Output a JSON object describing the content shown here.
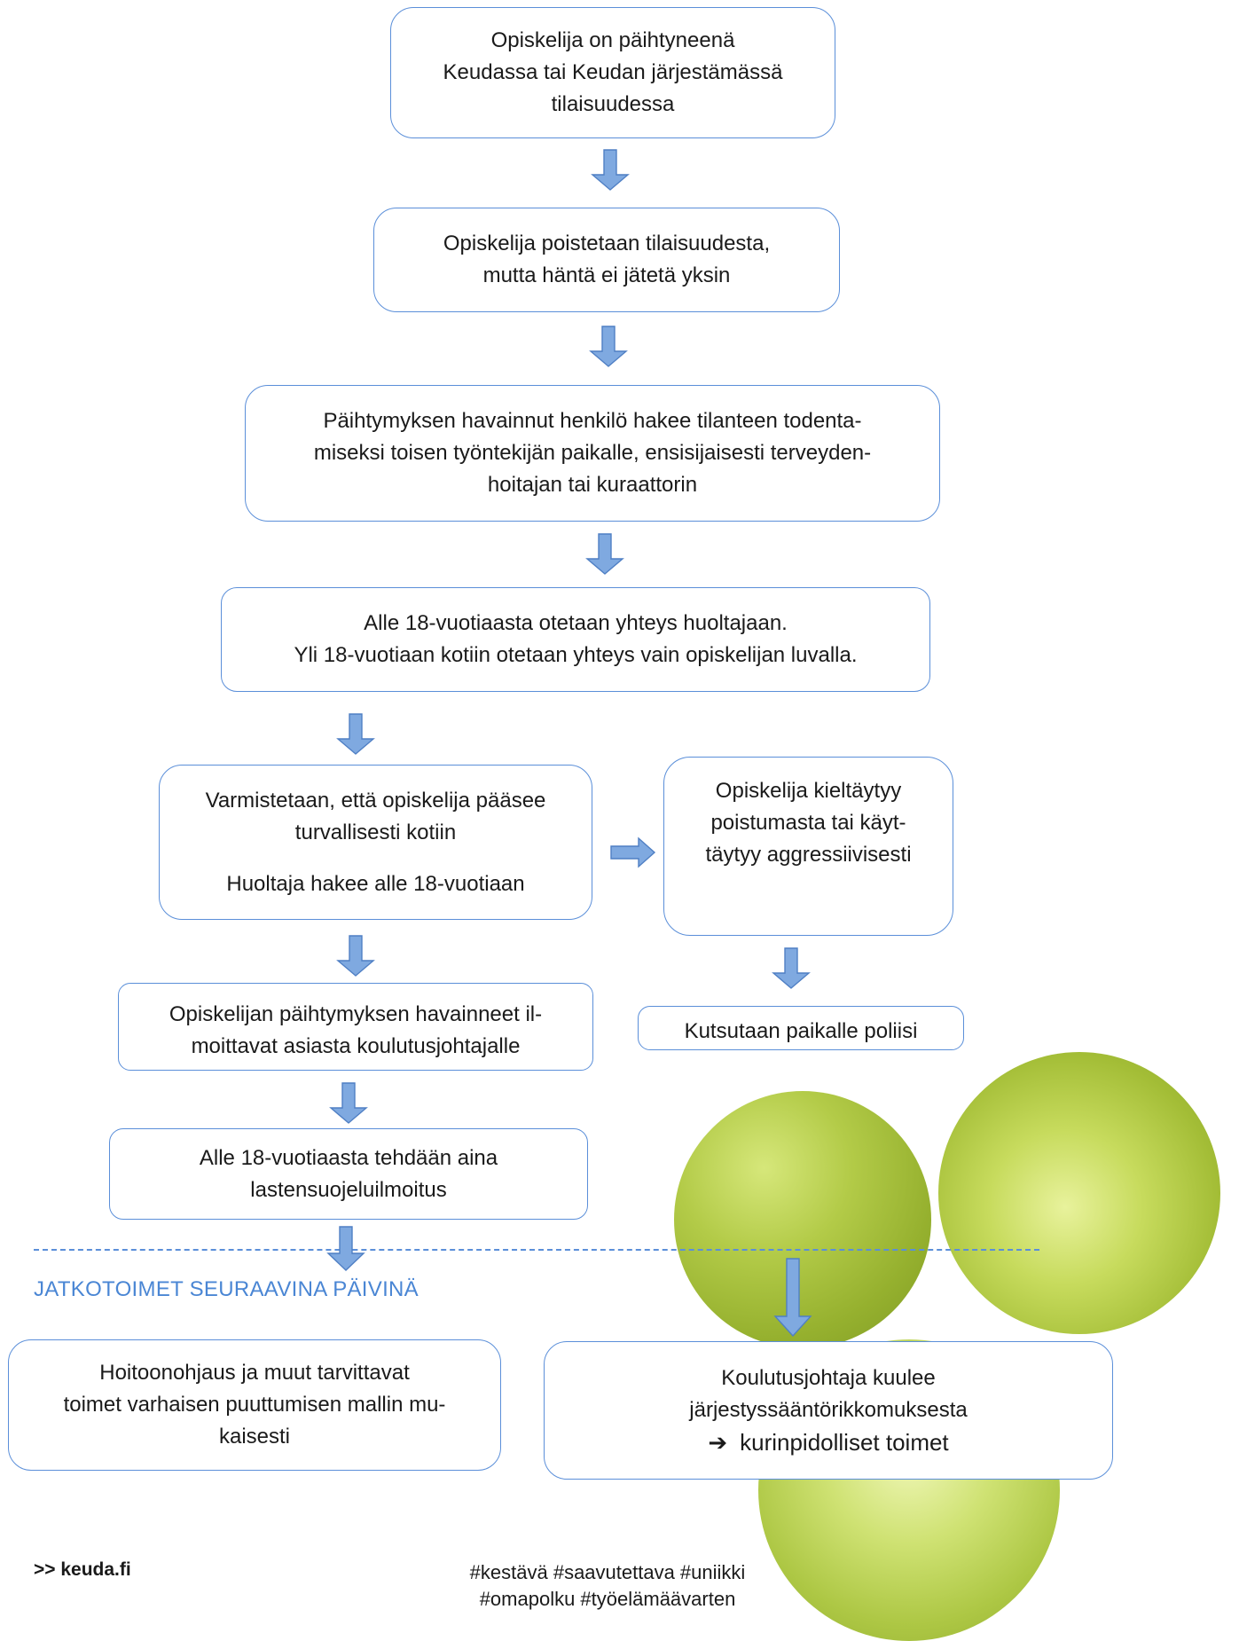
{
  "flow": {
    "step1": [
      "Opiskelija on päihtyneenä",
      "Keudassa tai Keudan järjestämässä",
      "tilaisuudessa"
    ],
    "step2": [
      "Opiskelija poistetaan tilaisuudesta,",
      "mutta häntä ei jätetä yksin"
    ],
    "step3": [
      "Päihtymyksen havainnut henkilö hakee tilanteen todenta-",
      "miseksi toisen työntekijän paikalle, ensisijaisesti terveyden-",
      "hoitajan tai kuraattorin"
    ],
    "step4": [
      "Alle 18-vuotiaasta otetaan yhteys huoltajaan.",
      "Yli 18-vuotiaan kotiin otetaan yhteys vain opiskelijan luvalla."
    ],
    "step5": [
      "Varmistetaan, että opiskelija pääsee",
      "turvallisesti kotiin",
      "Huoltaja hakee alle 18-vuotiaan"
    ],
    "step5b": [
      "Opiskelija kieltäytyy",
      "poistumasta tai käyt-",
      "täytyy aggressiivisesti"
    ],
    "step5c": [
      "Kutsutaan paikalle poliisi"
    ],
    "step6": [
      "Opiskelijan päihtymyksen havainneet il-",
      "moittavat asiasta koulutusjohtajalle"
    ],
    "step7": [
      "Alle 18-vuotiaasta tehdään aina",
      "lastensuojeluilmoitus"
    ]
  },
  "followup": {
    "heading": "JATKOTOIMET SEURAAVINA PÄIVINÄ",
    "left": [
      "Hoitoonohjaus ja muut tarvittavat",
      "toimet varhaisen puuttumisen mallin mu-",
      "kaisesti"
    ],
    "right": [
      "Koulutusjohtaja kuulee",
      "järjestyssääntörikkomuksesta"
    ],
    "right_arrow_glyph": "➔",
    "right_action": "kurinpidolliset toimet"
  },
  "footer": {
    "link": ">> keuda.fi",
    "hashtags": [
      "#kestävä #saavutettava #uniikki",
      "#omapolku #työelämäävarten"
    ]
  },
  "colors": {
    "border": "#5b8fd9",
    "arrow_fill": "#7fa9e0",
    "arrow_stroke": "#4f7fc4",
    "heading": "#4a86d4",
    "bubble_green": "#a9c53a"
  }
}
